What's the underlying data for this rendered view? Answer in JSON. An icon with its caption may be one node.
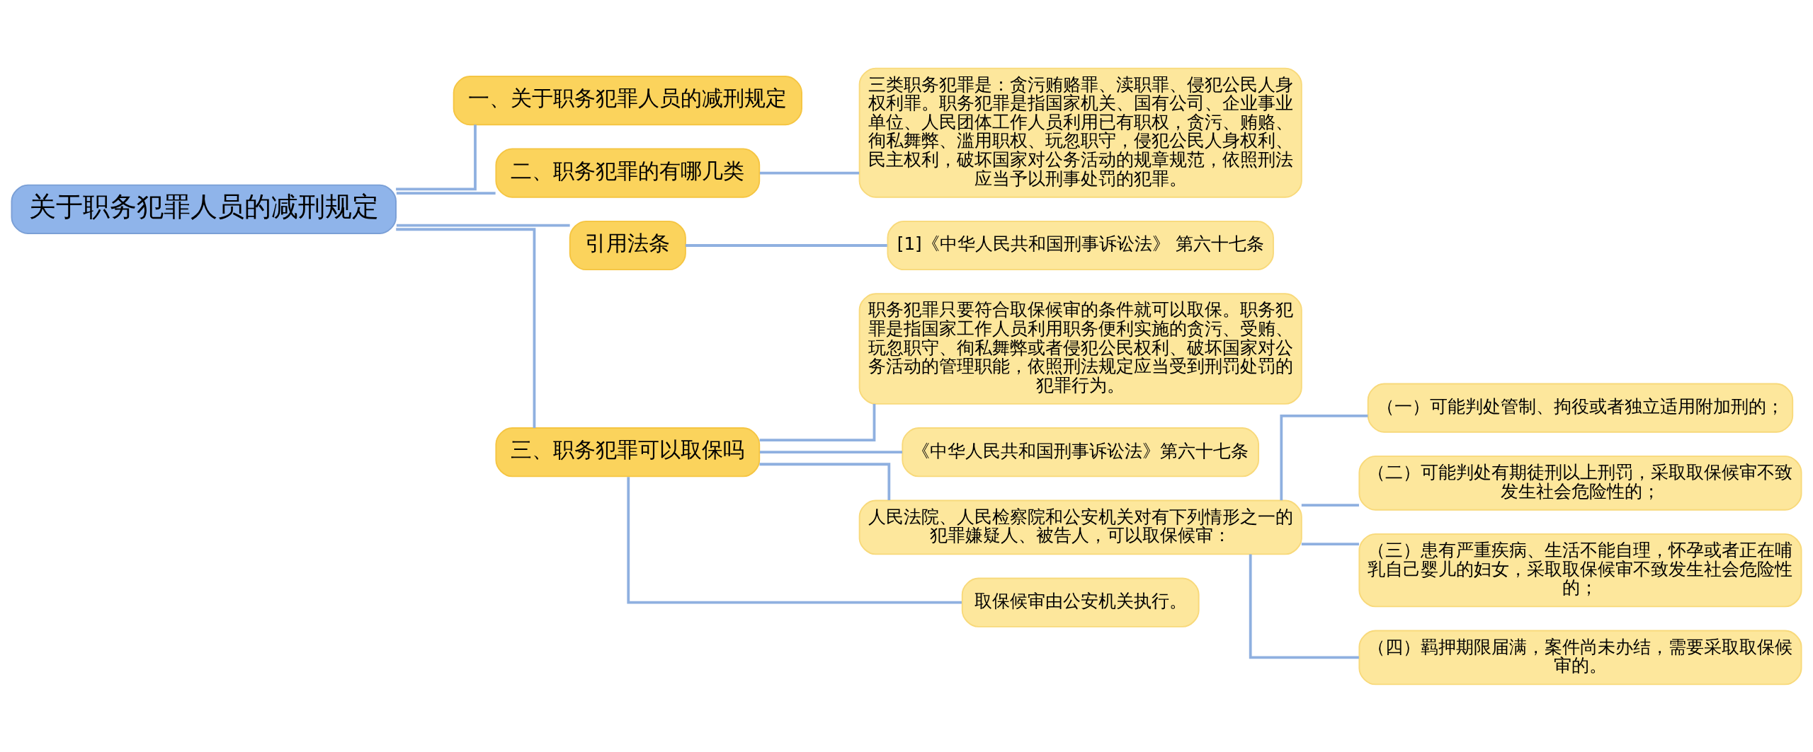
{
  "diagram": {
    "nodes": [
      {
        "text": [
          "关于职务犯罪人员的减刑规定"
        ]
      },
      {
        "text": [
          "一、关于职务犯罪人员的减刑规定"
        ]
      },
      {
        "text": [
          "二、职务犯罪的有哪几类"
        ]
      },
      {
        "text": [
          "三类职务犯罪是：贪污贿赂罪、渎职罪、侵犯公民人身权利罪。职务犯罪是指国家机关、国有公司、企业事业单位、人民团体工作人员利用已有职权，贪污、贿赂、徇私舞弊、滥用职权、玩忽职守，侵犯公民人身权利、民主权利，破坏国家对公务活动的规章规范，依照刑法应当予以刑事处罚的犯罪。"
        ]
      },
      {
        "text": [
          "引用法条"
        ]
      },
      {
        "text": [
          "[1]《中华人民共和国刑事诉讼法》 第六十七条"
        ]
      },
      {
        "text": [
          "三、职务犯罪可以取保吗"
        ]
      },
      {
        "text": [
          "职务犯罪只要符合取保候审的条件就可以取保。职务犯罪是指国家工作人员利用职务便利实施的贪污、受贿、玩忽职守、徇私舞弊或者侵犯公民权利、破坏国家对公务活动的管理职能，依照刑法规定应当受到刑罚处罚的犯罪行为。"
        ]
      },
      {
        "text": [
          "《中华人民共和国刑事诉讼法》第六十七条"
        ]
      },
      {
        "text": [
          "人民法院、人民检察院和公安机关对有下列情形之一的犯罪嫌疑人、被告人，可以取保候审："
        ]
      },
      {
        "text": [
          "（一）可能判处管制、拘役或者独立适用附加刑的；"
        ]
      },
      {
        "text": [
          "（二）可能判处有期徒刑以上刑罚，采取取保候审不致发生社会危险性的；"
        ]
      },
      {
        "text": [
          "（三）患有严重疾病、生活不能自理，怀孕或者正在哺乳自己婴儿的妇女，采取取保候审不致发生社会危险性的；"
        ]
      },
      {
        "text": [
          "（四）羁押期限届满，案件尚未办结，需要采取取保候审的。"
        ]
      },
      {
        "text": [
          "取保候审由公安机关执行。"
        ]
      }
    ],
    "edges": [
      {
        "from": 0,
        "to": 1,
        "arrow": "none"
      },
      {
        "from": 0,
        "to": 2,
        "arrow": "none"
      },
      {
        "from": 2,
        "to": 3,
        "arrow": "none"
      },
      {
        "from": 0,
        "to": 4,
        "arrow": "none"
      },
      {
        "from": 4,
        "to": 5,
        "arrow": "none"
      },
      {
        "from": 0,
        "to": 6,
        "arrow": "none"
      },
      {
        "from": 6,
        "to": 7,
        "arrow": "none"
      },
      {
        "from": 6,
        "to": 8,
        "arrow": "none"
      },
      {
        "from": 6,
        "to": 9,
        "arrow": "none"
      },
      {
        "from": 9,
        "to": 10,
        "arrow": "none"
      },
      {
        "from": 9,
        "to": 11,
        "arrow": "none"
      },
      {
        "from": 9,
        "to": 12,
        "arrow": "none"
      },
      {
        "from": 9,
        "to": 13,
        "arrow": "none"
      },
      {
        "from": 6,
        "to": 14,
        "arrow": "none"
      }
    ]
  }
}
